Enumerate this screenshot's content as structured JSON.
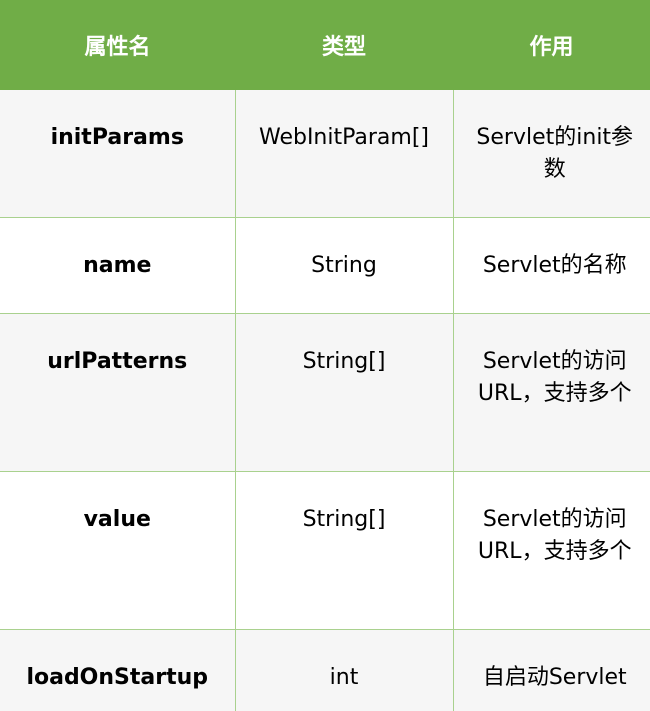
{
  "header": {
    "col_name": "属性名",
    "col_type": "类型",
    "col_desc": "作用"
  },
  "rows": [
    {
      "name": "initParams",
      "type": "WebInitParam[]",
      "desc": "Servlet的init参数"
    },
    {
      "name": "name",
      "type": "String",
      "desc": "Servlet的名称"
    },
    {
      "name": "urlPatterns",
      "type": "String[]",
      "desc": "Servlet的访问URL，支持多个"
    },
    {
      "name": "value",
      "type": "String[]",
      "desc": "Servlet的访问URL，支持多个"
    },
    {
      "name": "loadOnStartup",
      "type": "int",
      "desc": "自启动Servlet"
    }
  ],
  "colors": {
    "header_bg": "#70ad47",
    "header_text": "#ffffff",
    "border": "#a9d18e",
    "shaded_row": "#f6f6f6"
  }
}
